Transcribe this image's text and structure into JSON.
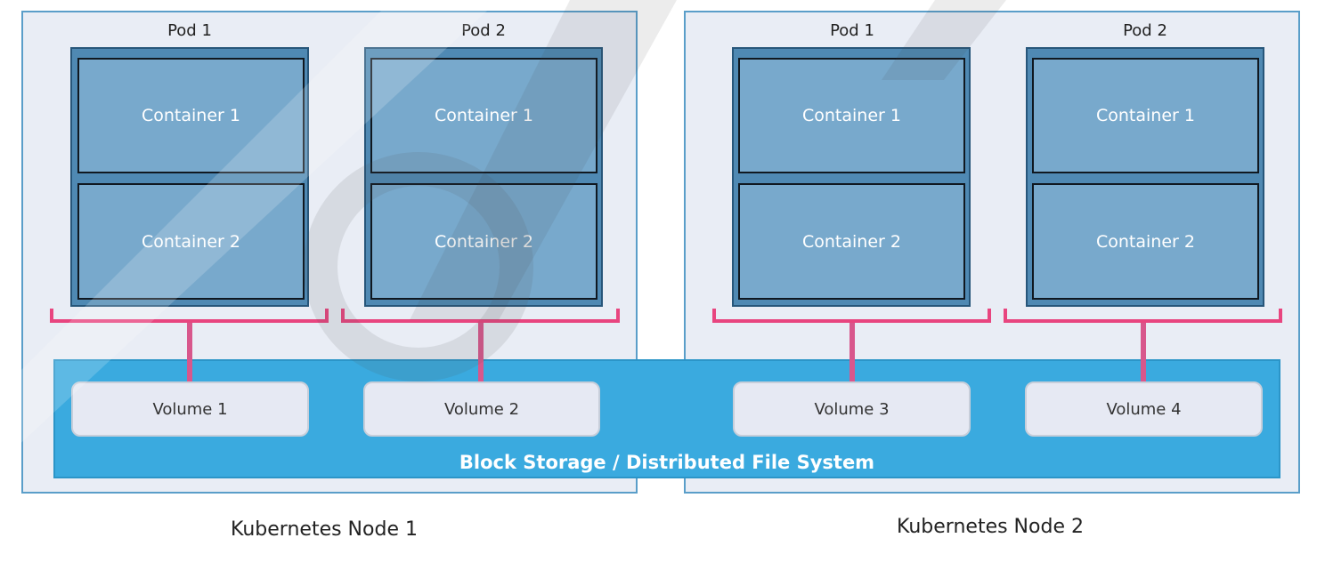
{
  "nodes": [
    {
      "label": "Kubernetes Node 1",
      "pods": [
        {
          "label": "Pod 1",
          "containers": [
            "Container 1",
            "Container 2"
          ],
          "volume": "Volume 1"
        },
        {
          "label": "Pod 2",
          "containers": [
            "Container 1",
            "Container 2"
          ],
          "volume": "Volume 2"
        }
      ]
    },
    {
      "label": "Kubernetes Node 2",
      "pods": [
        {
          "label": "Pod 1",
          "containers": [
            "Container 1",
            "Container 2"
          ],
          "volume": "Volume 3"
        },
        {
          "label": "Pod 2",
          "containers": [
            "Container 1",
            "Container 2"
          ],
          "volume": "Volume 4"
        }
      ]
    }
  ],
  "storage": {
    "label": "Block Storage / Distributed File System"
  },
  "colors": {
    "node_bg": "#e9edf5",
    "node_border": "#5a9ec9",
    "pod_bg": "#4f89b3",
    "container_bg": "#78a9cc",
    "bracket": "#e8457f",
    "storage_bg": "#3aaadf",
    "volume_bg": "#e6e9f3"
  }
}
